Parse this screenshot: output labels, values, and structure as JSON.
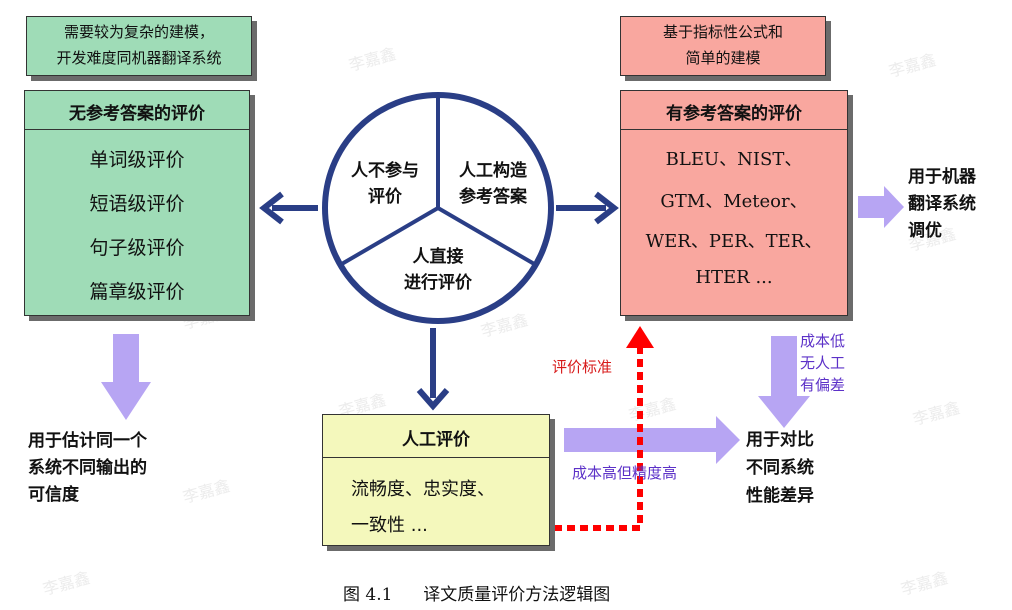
{
  "top_left_note": {
    "line1": "需要较为复杂的建模，",
    "line2": "开发难度同机器翻译系统"
  },
  "top_right_note": {
    "line1": "基于指标性公式和",
    "line2": "简单的建模"
  },
  "left_box": {
    "title": "无参考答案的评价",
    "items": [
      "单词级评价",
      "短语级评价",
      "句子级评价",
      "篇章级评价"
    ]
  },
  "right_box": {
    "title": "有参考答案的评价",
    "lines": [
      "BLEU、NIST、",
      "GTM、Meteor、",
      "WER、PER、TER、",
      "HTER ..."
    ]
  },
  "circle": {
    "segment_left": {
      "line1": "人不参与",
      "line2": "评价"
    },
    "segment_right": {
      "line1": "人工构造",
      "line2": "参考答案"
    },
    "segment_bottom": {
      "line1": "人直接",
      "line2": "进行评价"
    }
  },
  "bottom_box": {
    "title": "人工评价",
    "line1": "流畅度、忠实度、",
    "line2": "一致性 ..."
  },
  "outcomes": {
    "left": {
      "line1": "用于估计同一个",
      "line2": "系统不同输出的",
      "line3": "可信度"
    },
    "right_top": {
      "line1": "用于机器",
      "line2": "翻译系统",
      "line3": "调优"
    },
    "right_bottom": {
      "line1": "用于对比",
      "line2": "不同系统",
      "line3": "性能差异"
    }
  },
  "labels": {
    "criterion": "评价标准",
    "low_cost": {
      "line1": "成本低",
      "line2": "无人工",
      "line3": "有偏差"
    },
    "high_cost": "成本高但精度高"
  },
  "caption": {
    "number": "图 4.1",
    "text": "译文质量评价方法逻辑图"
  },
  "watermark": "李嘉鑫",
  "colors": {
    "green_fill": "#9fdcb7",
    "red_fill": "#f9a79f",
    "yellow_fill": "#f4f8bc",
    "navy_arrow": "#2a3e86",
    "lavender_arrow": "#b7a5f3",
    "red_dash": "#ff0000",
    "label_purple": "#5c31c8"
  }
}
